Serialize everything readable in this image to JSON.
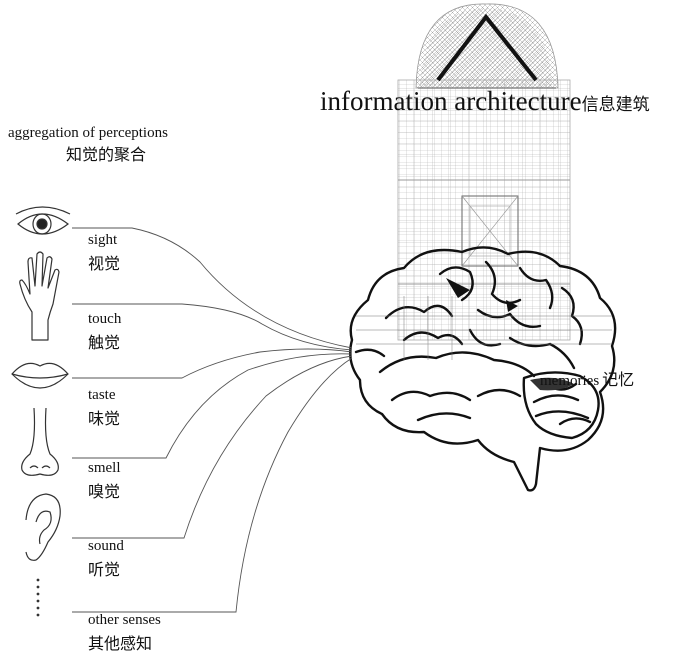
{
  "title": {
    "en": "information architecture",
    "zh": "信息建筑"
  },
  "aggregation": {
    "en": "aggregation of perceptions",
    "zh": "知觉的聚合"
  },
  "senses": [
    {
      "en": "sight",
      "zh": "视觉",
      "icon": "eye-icon"
    },
    {
      "en": "touch",
      "zh": "触觉",
      "icon": "hand-icon"
    },
    {
      "en": "taste",
      "zh": "味觉",
      "icon": "lips-icon"
    },
    {
      "en": "smell",
      "zh": "嗅觉",
      "icon": "nose-icon"
    },
    {
      "en": "sound",
      "zh": "听觉",
      "icon": "ear-icon"
    },
    {
      "en": "other senses",
      "zh": "其他感知",
      "icon": "ellipsis-icon"
    }
  ],
  "memories": {
    "en": "memories",
    "zh": "记忆"
  }
}
